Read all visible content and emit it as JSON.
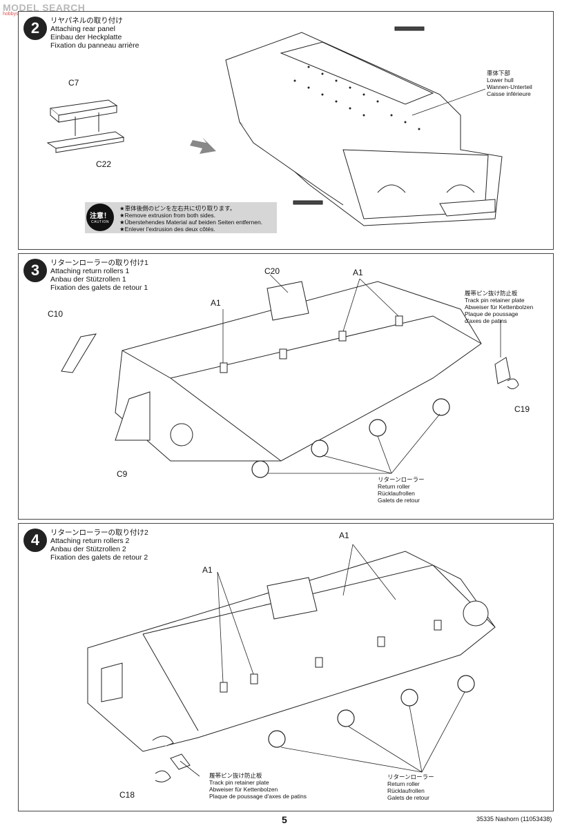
{
  "watermark": {
    "text": "MODEL SEARCH",
    "site": "hobbysearch"
  },
  "steps": [
    {
      "number": "2",
      "titles": [
        "リヤパネルの取り付け",
        "Attaching rear panel",
        "Einbau der Heckplatte",
        "Fixation du panneau arrière"
      ],
      "parts": [
        "C7",
        "C22"
      ],
      "lower_hull": [
        "車体下部",
        "Lower hull",
        "Wannen-Unterteil",
        "Caisse inférieure"
      ],
      "caution": {
        "badge_jp": "注意！",
        "badge_en": "CAUTION",
        "lines": [
          "★車体後側のピンを左右共に切り取ります。",
          "★Remove extrusion from both sides.",
          "★Überstehendes Material auf beiden Seiten entfernen.",
          "★Enlever l'extrusion des deux côtés."
        ]
      }
    },
    {
      "number": "3",
      "titles": [
        "リターンローラーの取り付け1",
        "Attaching return rollers 1",
        "Anbau der Stützrollen 1",
        "Fixation des galets de retour 1"
      ],
      "parts": [
        "C20",
        "A1",
        "A1",
        "C10",
        "C9",
        "C19"
      ],
      "retainer": [
        "履帯ピン抜け防止板",
        "Track pin retainer plate",
        "Abweiser für Kettenbolzen",
        "Plaque de poussage",
        "d'axes de patins"
      ],
      "return_roller": [
        "リターンローラー",
        "Return roller",
        "Rücklaufrollen",
        "Galets de retour"
      ]
    },
    {
      "number": "4",
      "titles": [
        "リターンローラーの取り付け2",
        "Attaching return rollers 2",
        "Anbau der Stützrollen 2",
        "Fixation des galets de retour 2"
      ],
      "parts": [
        "A1",
        "A1",
        "C18"
      ],
      "retainer": [
        "履帯ピン抜け防止板",
        "Track pin retainer plate",
        "Abweiser für Kettenbolzen",
        "Plaque de poussage d'axes de patins"
      ],
      "return_roller": [
        "リターンローラー",
        "Return roller",
        "Rücklaufrollen",
        "Galets de retour"
      ]
    }
  ],
  "footer": {
    "page": "5",
    "code": "35335  Nashorn (11053438)"
  }
}
